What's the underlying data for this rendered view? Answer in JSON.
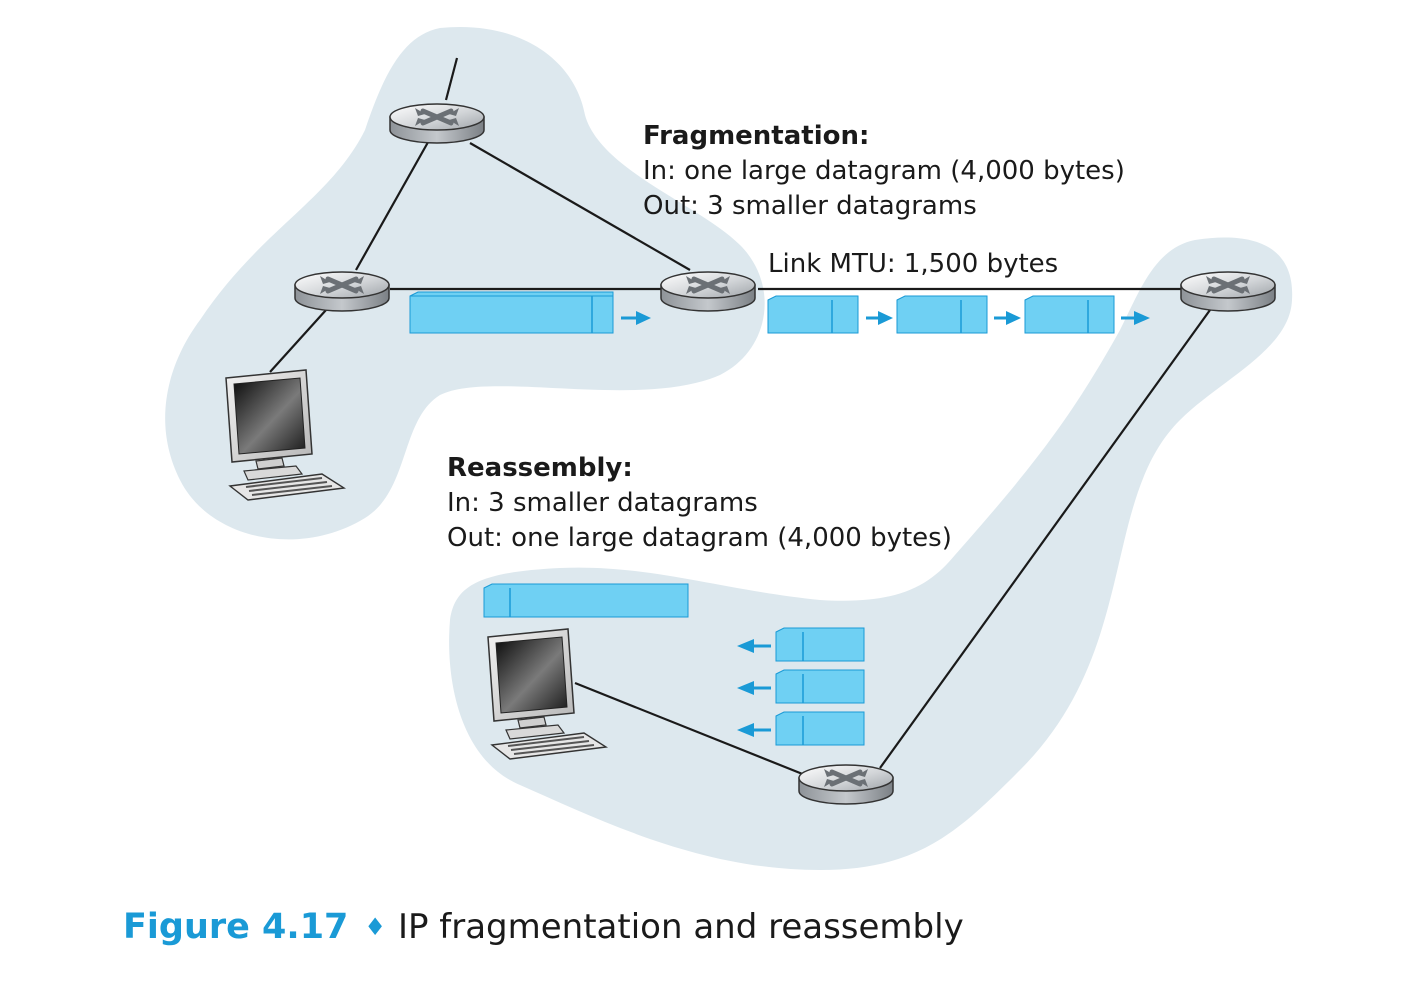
{
  "fragmentation": {
    "heading": "Fragmentation:",
    "in_line": "In: one large datagram (4,000 bytes)",
    "out_line": "Out: 3 smaller datagrams"
  },
  "link_mtu": "Link MTU: 1,500 bytes",
  "reassembly": {
    "heading": "Reassembly:",
    "in_line": "In: 3 smaller datagrams",
    "out_line": "Out: one large datagram (4,000 bytes)"
  },
  "caption": {
    "number": "Figure 4.17",
    "separator": "♦",
    "title": "IP fragmentation and reassembly"
  },
  "colors": {
    "accent": "#1a9ad6",
    "datagram_fill": "#6fd0f3",
    "network_bg": "#dde8ee",
    "text": "#1a1a1a"
  },
  "icons": [
    "router-icon",
    "computer-icon",
    "datagram-icon",
    "arrow-icon"
  ]
}
